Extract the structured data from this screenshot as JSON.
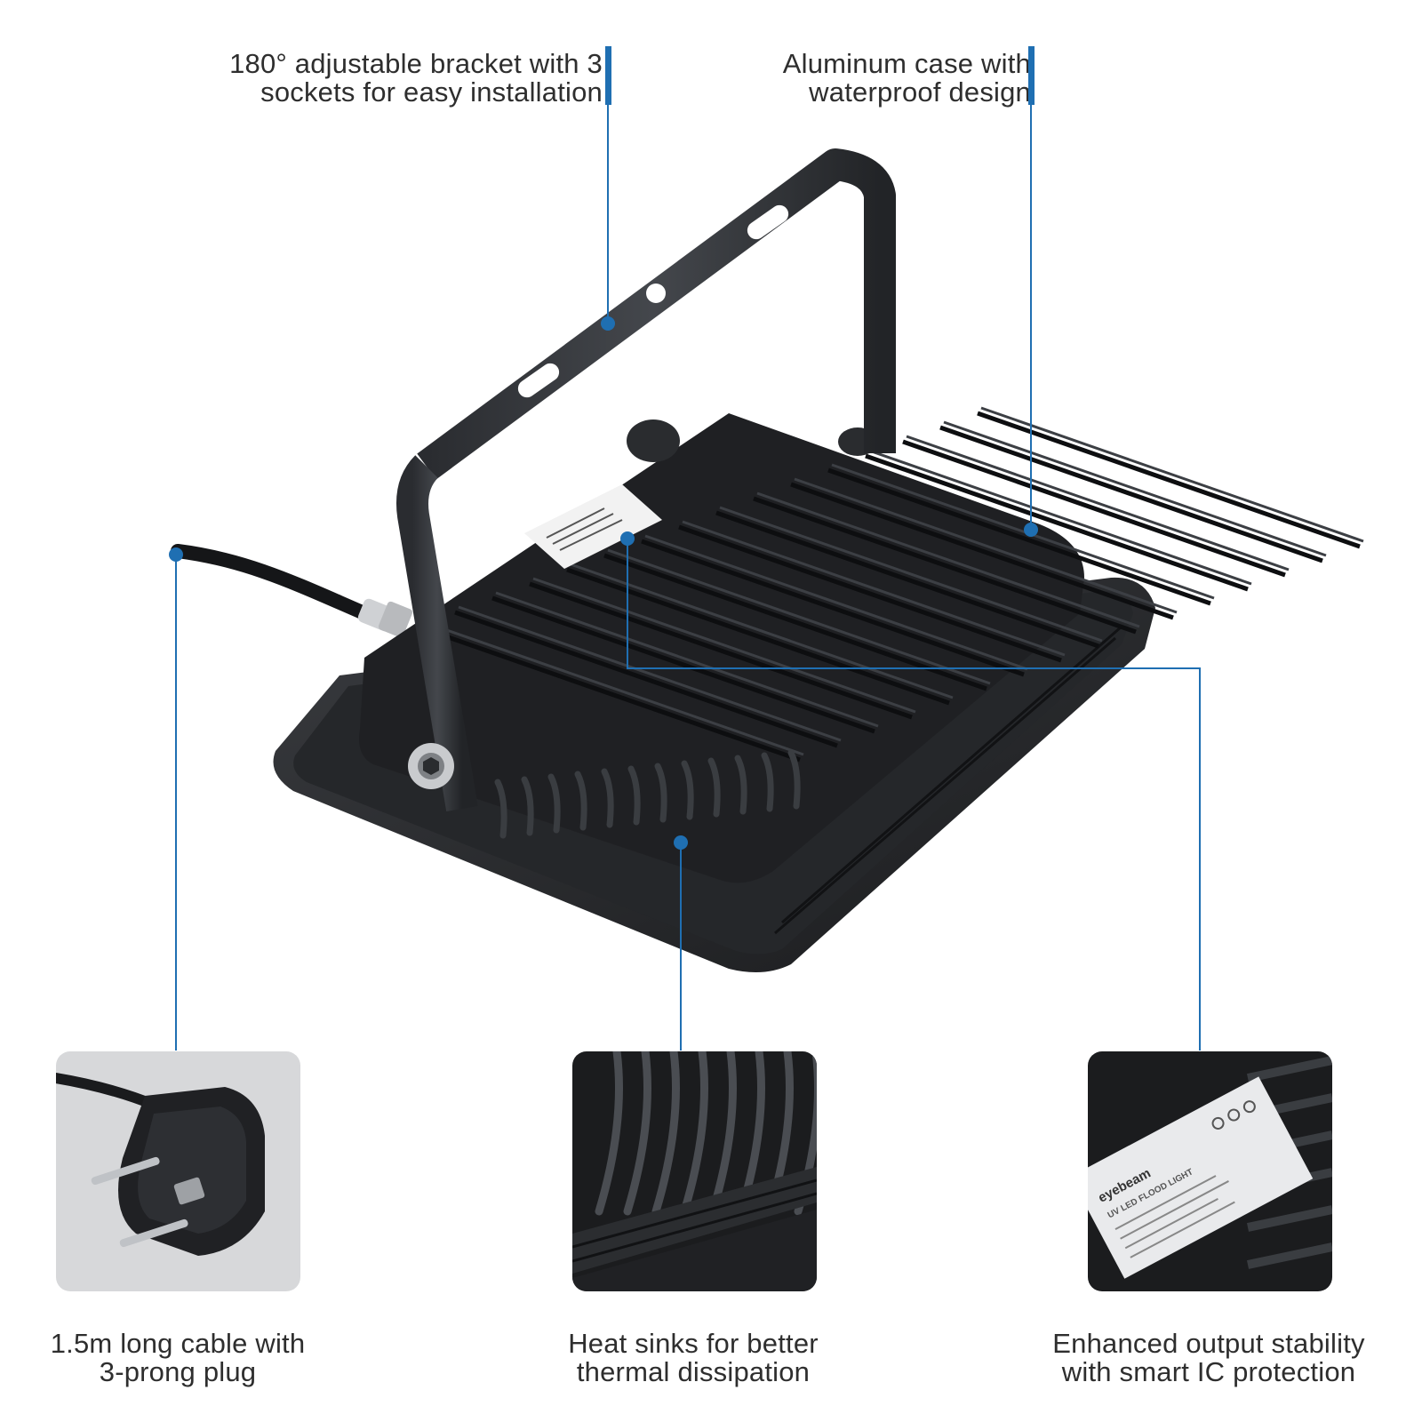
{
  "callouts": {
    "bracket": {
      "line1": "180° adjustable bracket with 3",
      "line2": "sockets for easy installation"
    },
    "case": {
      "line1": "Aluminum case with",
      "line2": "waterproof design"
    },
    "cable": {
      "line1": "1.5m long cable with",
      "line2": "3-prong plug"
    },
    "heat": {
      "line1": "Heat sinks for better",
      "line2": "thermal dissipation"
    },
    "stability": {
      "line1": "Enhanced output stability",
      "line2": "with smart IC protection"
    }
  },
  "label": {
    "brand": "eyebeam",
    "product": "UV LED FLOOD LIGHT"
  },
  "colors": {
    "accent": "#1f6fb2",
    "body": "#1c1d1f",
    "fin": "#2c2e31",
    "text": "#2e2e2e"
  },
  "icons": [
    "plug-icon"
  ]
}
